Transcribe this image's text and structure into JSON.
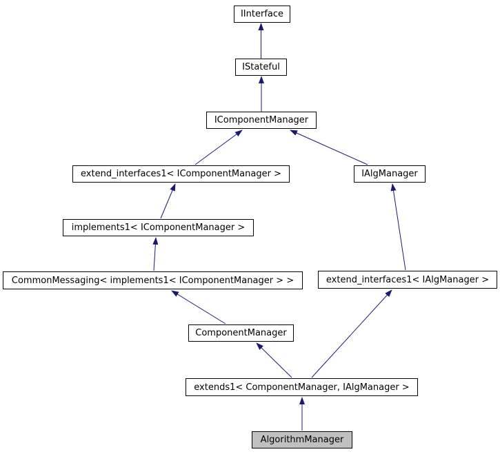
{
  "diagram": {
    "type": "class-inheritance-graph",
    "colors": {
      "background": "#ffffff",
      "edge": "#191970",
      "node_border": "#000000",
      "node_fill": "#ffffff",
      "current_node_fill": "#c0c0c0",
      "text": "#000000"
    },
    "nodes": [
      {
        "label": "IInterface",
        "current": false
      },
      {
        "label": "IStateful",
        "current": false
      },
      {
        "label": "IComponentManager",
        "current": false
      },
      {
        "label": "extend_interfaces1< IComponentManager >",
        "current": false
      },
      {
        "label": "IAlgManager",
        "current": false
      },
      {
        "label": "implements1< IComponentManager >",
        "current": false
      },
      {
        "label": "CommonMessaging< implements1< IComponentManager > >",
        "current": false
      },
      {
        "label": "extend_interfaces1< IAlgManager >",
        "current": false
      },
      {
        "label": "ComponentManager",
        "current": false
      },
      {
        "label": "extends1< ComponentManager, IAlgManager >",
        "current": false
      },
      {
        "label": "AlgorithmManager",
        "current": true
      }
    ],
    "edges": [
      {
        "from": "IStateful",
        "to": "IInterface"
      },
      {
        "from": "IComponentManager",
        "to": "IStateful"
      },
      {
        "from": "extend_interfaces1< IComponentManager >",
        "to": "IComponentManager"
      },
      {
        "from": "IAlgManager",
        "to": "IComponentManager"
      },
      {
        "from": "implements1< IComponentManager >",
        "to": "extend_interfaces1< IComponentManager >"
      },
      {
        "from": "CommonMessaging< implements1< IComponentManager > >",
        "to": "implements1< IComponentManager >"
      },
      {
        "from": "extend_interfaces1< IAlgManager >",
        "to": "IAlgManager"
      },
      {
        "from": "ComponentManager",
        "to": "CommonMessaging< implements1< IComponentManager > >"
      },
      {
        "from": "extends1< ComponentManager, IAlgManager >",
        "to": "ComponentManager"
      },
      {
        "from": "extends1< ComponentManager, IAlgManager >",
        "to": "extend_interfaces1< IAlgManager >"
      },
      {
        "from": "AlgorithmManager",
        "to": "extends1< ComponentManager, IAlgManager >"
      }
    ]
  }
}
